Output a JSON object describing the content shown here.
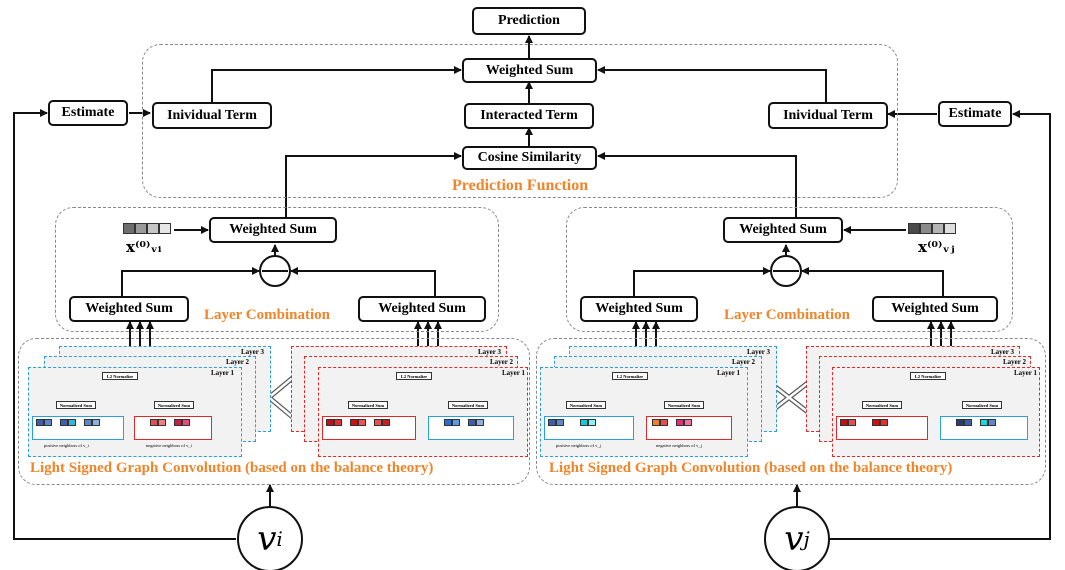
{
  "prediction": "Prediction",
  "weighted_sum": "Weighted Sum",
  "individual_term": "Inividual Term",
  "interacted_term": "Interacted Term",
  "cosine_similarity": "Cosine Similarity",
  "prediction_function": "Prediction Function",
  "estimate": "Estimate",
  "layer_combination": "Layer Combination",
  "lsgc_label": "Light Signed Graph Convolution (based on the balance theory)",
  "layer1": "Layer 1",
  "layer2": "Layer 2",
  "layer3": "Layer 3",
  "l2_normalize": "L2 Normalize",
  "normalized_sum": "Normalized Sum",
  "pos_neighbors_i": "positive neighbors of v_i",
  "neg_neighbors_i": "negative neighbors of v_i",
  "pos_neighbors_j": "positive neighbors of v_j",
  "neg_neighbors_j": "negative neighbors of v_j",
  "node_i": "v",
  "node_i_sub": "i",
  "node_j": "v",
  "node_j_sub": "j",
  "emb_i": "x⁽⁰⁾ᵥᵢ",
  "emb_j": "x⁽⁰⁾ᵥⱼ",
  "colors": {
    "orange": "#f0852c",
    "blue": "#2a9fd8",
    "red": "#e02a2a"
  }
}
